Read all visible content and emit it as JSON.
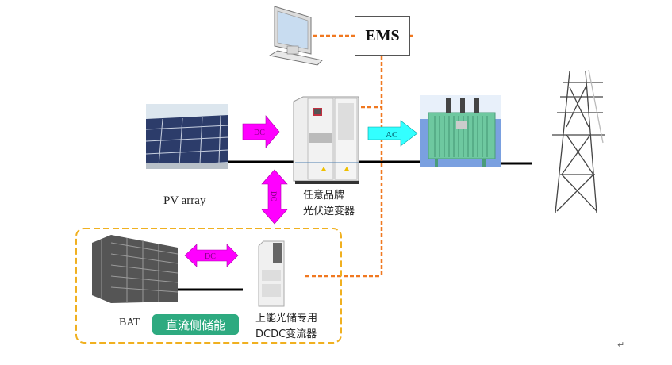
{
  "diagram": {
    "ems_label": "EMS",
    "pv_label": "PV array",
    "inverter_label_line1": "任意品牌",
    "inverter_label_line2": "光伏逆变器",
    "bat_label": "BAT",
    "storage_badge": "直流侧储能",
    "dcdc_label_line1": "上能光储专用",
    "dcdc_label_line2": "DCDC变流器",
    "arrow_pv_inverter": "DC",
    "arrow_inverter_transformer": "AC",
    "arrow_inverter_storage": "DC",
    "arrow_bat_dcdc": "DC",
    "return_mark": "↵"
  },
  "colors": {
    "dc_arrow": "#ff00ff",
    "ac_arrow": "#33ffff",
    "comm_line": "#f07820",
    "storage_border": "#f0b020",
    "badge": "#2eaa80",
    "power_line": "#000000"
  },
  "icons": [
    "computer-monitor-icon",
    "solar-panel-icon",
    "inverter-cabinet-icon",
    "transformer-icon",
    "transmission-tower-icon",
    "battery-rack-icon",
    "dcdc-converter-icon"
  ]
}
